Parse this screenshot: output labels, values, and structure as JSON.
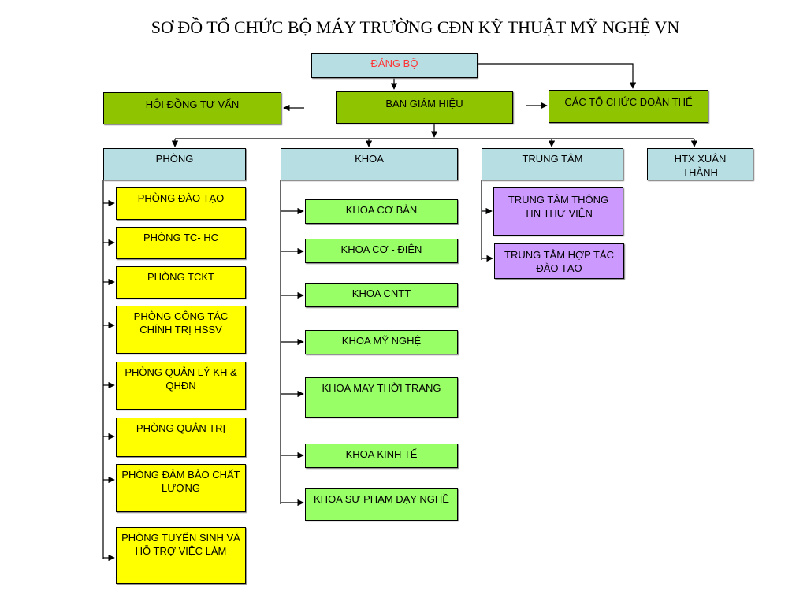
{
  "title": "SƠ ĐỒ TỔ CHỨC BỘ MÁY TRƯỜNG CĐN KỸ THUẬT MỸ NGHỆ VN",
  "top": {
    "dang_bo": "ĐẢNG BỘ",
    "hoi_dong": "HỘI ĐỒNG TƯ VẤN",
    "ban_giam_hieu": "BAN GIÁM HIỆU",
    "to_chuc_doan_the": "CÁC TỔ CHỨC ĐOÀN THỂ"
  },
  "branches": {
    "phong": "PHÒNG",
    "khoa": "KHOA",
    "trung_tam": "TRUNG TÂM",
    "htx": "HTX XUÂN THÀNH"
  },
  "phong_items": [
    "PHÒNG ĐÀO TẠO",
    "PHÒNG TC- HC",
    "PHÒNG TCKT",
    "PHÒNG CÔNG TÁC CHÍNH TRỊ HSSV",
    "PHÒNG QUẢN LÝ KH & QHĐN",
    "PHÒNG QUẢN TRỊ",
    "PHÒNG ĐẢM BẢO CHẤT LƯỢNG",
    "PHÒNG TUYỂN SINH VÀ HỖ TRỢ VIỆC LÀM"
  ],
  "khoa_items": [
    "KHOA CƠ BẢN",
    "KHOA CƠ - ĐIỆN",
    "KHOA CNTT",
    "KHOA MỸ NGHỆ",
    "KHOA MAY THỜI TRANG",
    "KHOA KINH TẾ",
    "KHOA SƯ PHẠM DẠY NGHỀ"
  ],
  "trung_tam_items": [
    "TRUNG TÂM THÔNG TIN THƯ VIỆN",
    "TRUNG TÂM HỢP TÁC ĐÀO TẠO"
  ],
  "colors": {
    "branch": "#b7dee3",
    "leadership": "#8fc400",
    "phong": "#ffff00",
    "khoa": "#99ff66",
    "trung_tam": "#cc99ff",
    "dang_bo_text": "#ff3333"
  }
}
